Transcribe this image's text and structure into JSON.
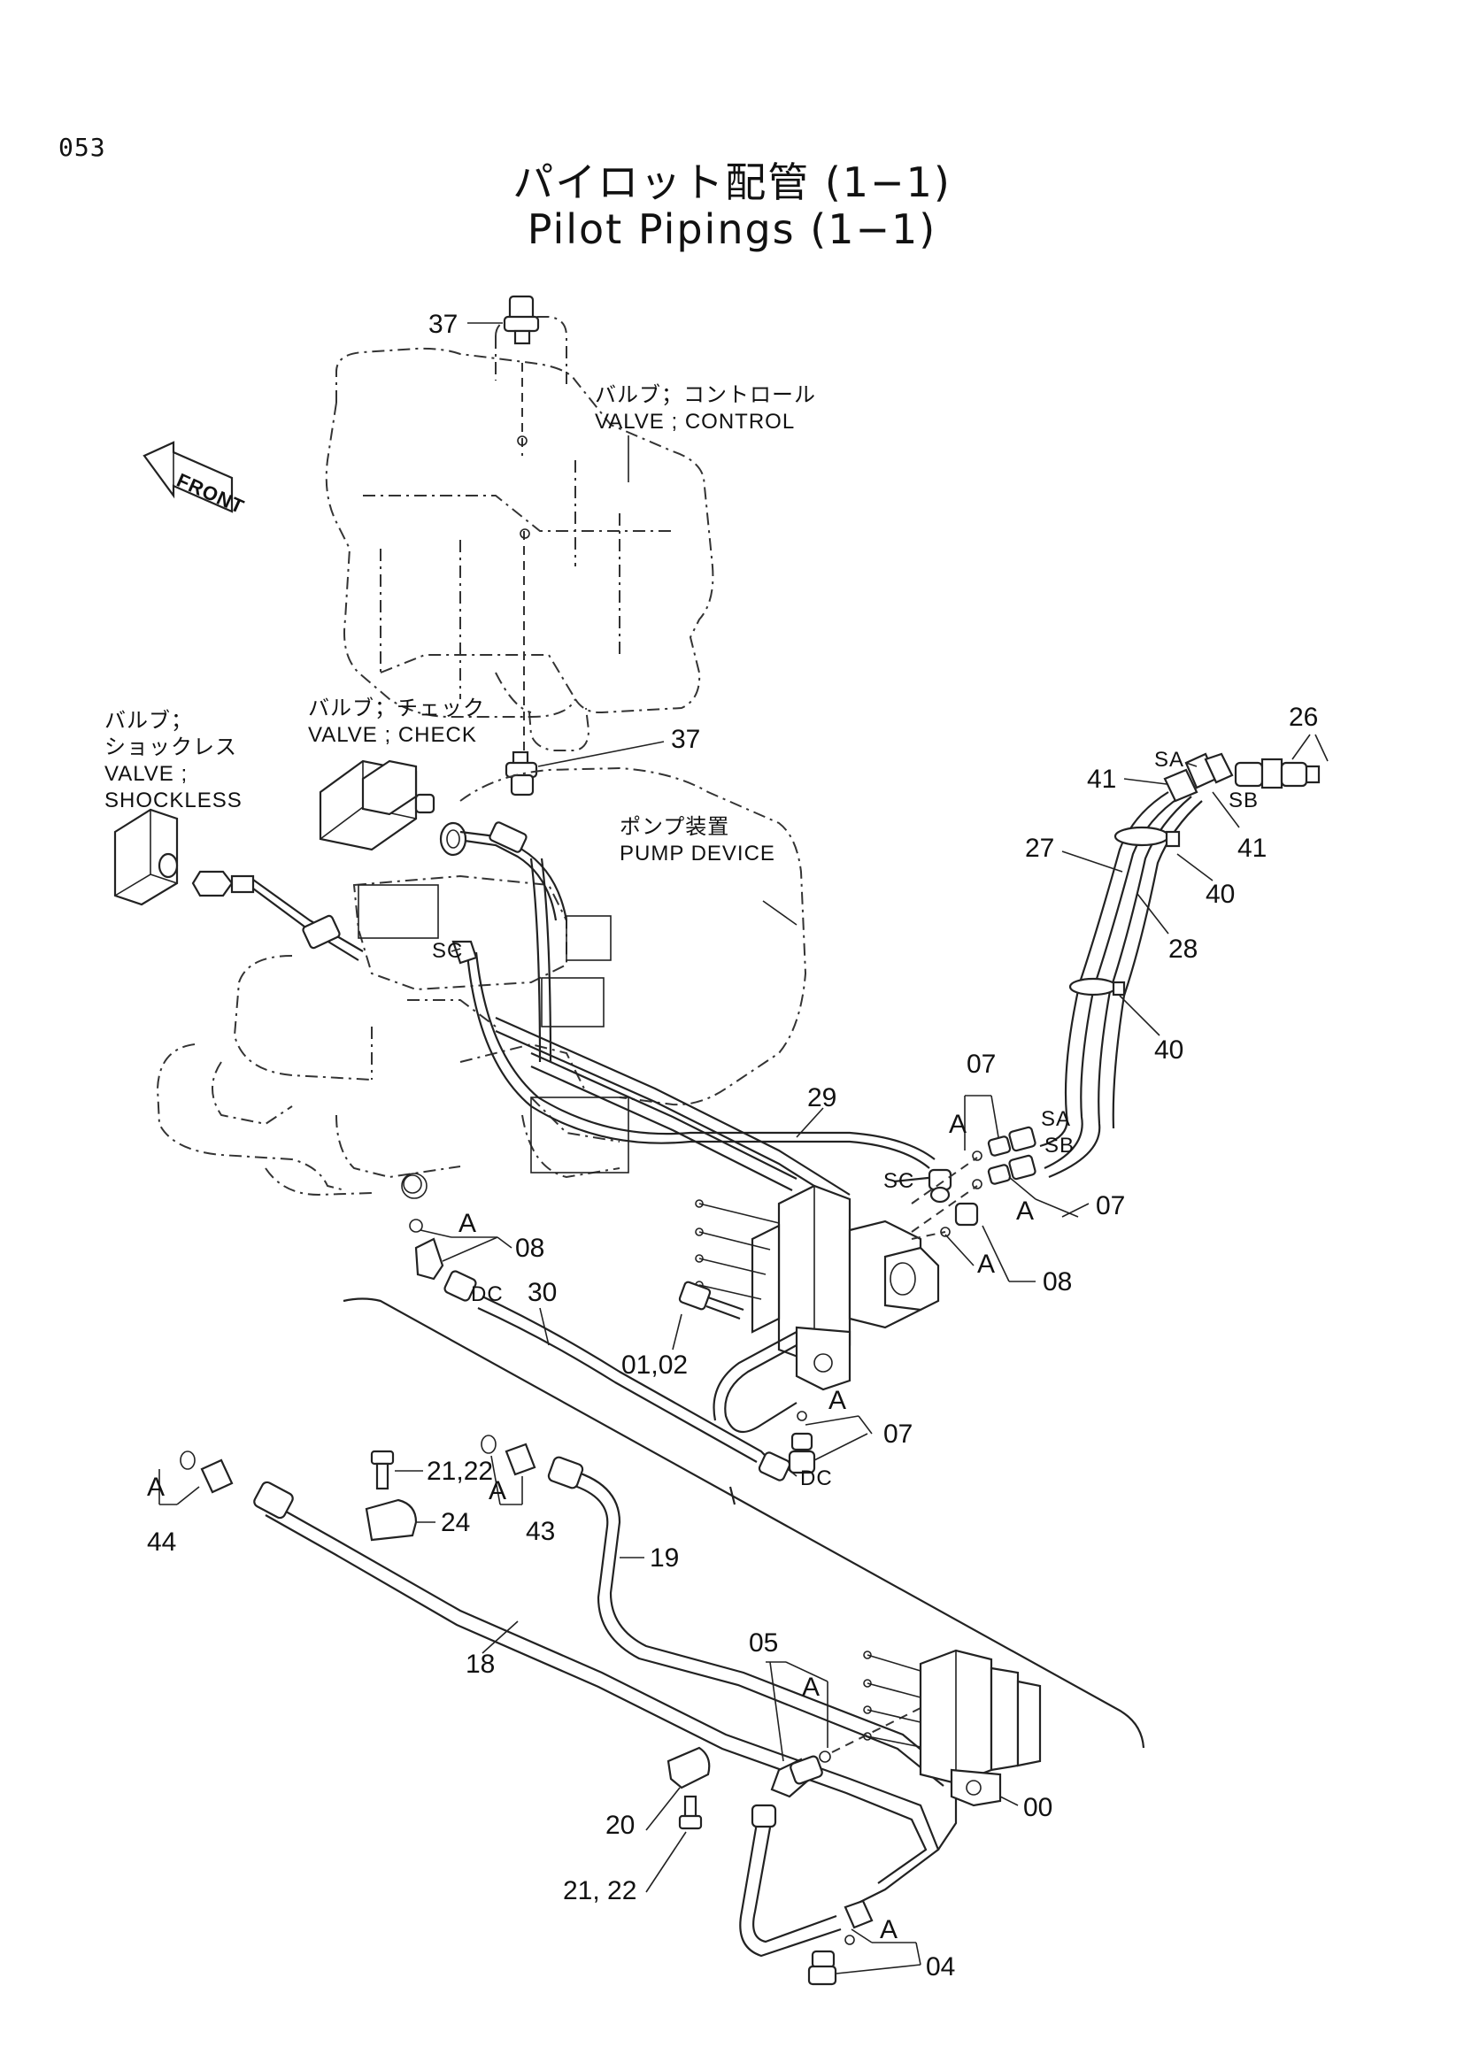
{
  "page": {
    "number": "053",
    "title_jp": "パイロット配管 (1−1)",
    "title_en": "Pilot Pipings (1−1)"
  },
  "components": {
    "front_arrow": "FRONT",
    "control_valve": {
      "jp": "バルブ；コントロール",
      "en": "VALVE ; CONTROL"
    },
    "check_valve": {
      "jp": "バルブ；チェック",
      "en": "VALVE ; CHECK"
    },
    "shockless_valve": {
      "jp1": "バルブ；",
      "jp2": "ショックレス",
      "en1": "VALVE ;",
      "en2": "SHOCKLESS"
    },
    "pump_device": {
      "jp": "ポンプ装置",
      "en": "PUMP  DEVICE"
    }
  },
  "callouts": {
    "p37_top": "37",
    "p37_bottom": "37",
    "p26": "26",
    "sa_top": "SA",
    "sb_top": "SB",
    "p41_left": "41",
    "p41_right": "41",
    "p27": "27",
    "p40_top": "40",
    "p28": "28",
    "p40_bottom": "40",
    "sc_top": "SC",
    "p07_top": "07",
    "a_07_top": "A",
    "sa_mid": "SA",
    "sb_mid": "SB",
    "p29": "29",
    "sc_mid": "SC",
    "a_07_right": "A",
    "p07_right": "07",
    "a_08_right": "A",
    "p08_right": "08",
    "a_08_left": "A",
    "p08_left": "08",
    "dc_top": "DC",
    "p30": "30",
    "p01_02": "01,02",
    "a_07_bottom": "A",
    "p07_bottom": "07",
    "dc_bottom": "DC",
    "a_44": "A",
    "p44": "44",
    "p21_22_top": "21,22",
    "p24": "24",
    "a_43": "A",
    "p43": "43",
    "p19": "19",
    "p18": "18",
    "p05": "05",
    "a_05": "A",
    "p00": "00",
    "p20": "20",
    "p21_22_bottom": "21, 22",
    "a_04": "A",
    "p04": "04"
  }
}
